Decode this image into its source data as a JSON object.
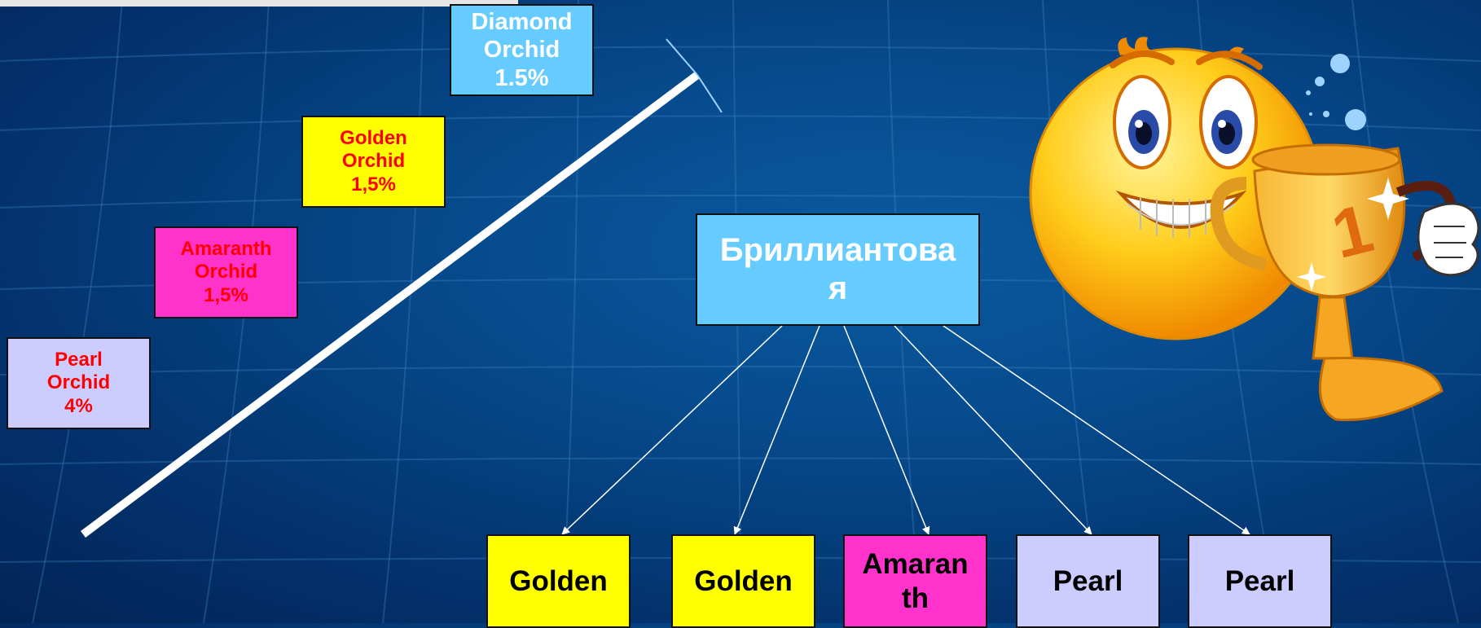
{
  "ladder": {
    "diamond": "Diamond\nOrchid\n1.5%",
    "golden": "Golden\nOrchid\n1,5%",
    "amaranth": "Amaranth\nOrchid\n1,5%",
    "pearl": "Pearl\nOrchid\n4%"
  },
  "tree": {
    "root": "Бриллиантова\nя",
    "children": [
      "Golden",
      "Golden",
      "Amaran\nth",
      "Pearl",
      "Pearl"
    ]
  },
  "colors": {
    "diamond": "#66ccff",
    "golden": "#ffff00",
    "amaranth": "#ff33cc",
    "pearl": "#ccccff",
    "label_red": "#ff0000"
  },
  "illustration": {
    "icon": "smiley-with-trophy-icon",
    "trophy_number": "1"
  }
}
